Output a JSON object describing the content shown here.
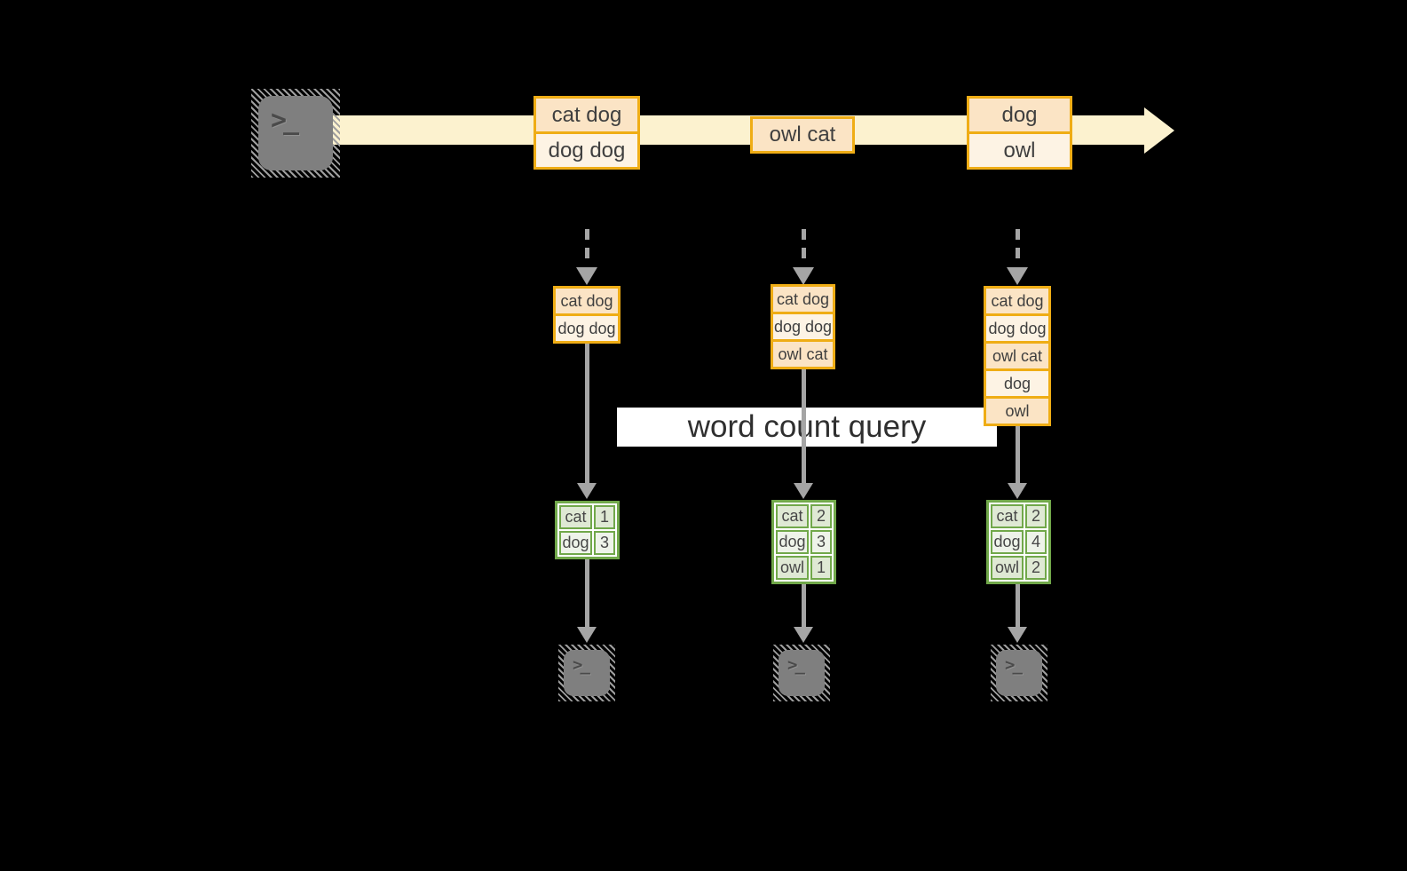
{
  "colors": {
    "background": "#000000",
    "stream_band": "#FCF2CF",
    "orange_border": "#EFAD15",
    "row_peach": "#FBE4C5",
    "row_cream": "#FDF3E4",
    "green_border": "#71A84A",
    "green_cell_dark": "#DFE9D4",
    "green_cell_light": "#EEF3E9",
    "arrow_gray": "#A5A5A5",
    "terminal_gray": "#7F7F7F",
    "query_banner": "#FFFFFF",
    "text": "#3F3F3F"
  },
  "icons": {
    "terminal_prompt": ">_"
  },
  "stream": {
    "events": [
      {
        "rows": [
          "cat dog",
          "dog dog"
        ]
      },
      {
        "rows": [
          "owl cat"
        ]
      },
      {
        "rows": [
          "dog",
          "owl"
        ]
      }
    ]
  },
  "query": {
    "label": "word count query"
  },
  "columns": [
    {
      "state_rows": [
        "cat dog",
        "dog dog"
      ],
      "result": [
        {
          "word": "cat",
          "count": "1"
        },
        {
          "word": "dog",
          "count": "3"
        }
      ]
    },
    {
      "state_rows": [
        "cat dog",
        "dog dog",
        "owl cat"
      ],
      "result": [
        {
          "word": "cat",
          "count": "2"
        },
        {
          "word": "dog",
          "count": "3"
        },
        {
          "word": "owl",
          "count": "1"
        }
      ]
    },
    {
      "state_rows": [
        "cat dog",
        "dog dog",
        "owl cat",
        "dog",
        "owl"
      ],
      "result": [
        {
          "word": "cat",
          "count": "2"
        },
        {
          "word": "dog",
          "count": "4"
        },
        {
          "word": "owl",
          "count": "2"
        }
      ]
    }
  ]
}
